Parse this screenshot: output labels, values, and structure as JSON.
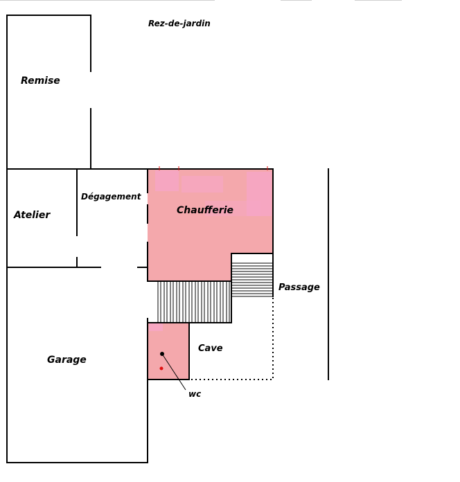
{
  "plan": {
    "title": "Rez-de-jardin",
    "rooms": {
      "remise": "Remise",
      "atelier": "Atelier",
      "degagement": "Dégagement",
      "chaufferie": "Chaufferie",
      "passage": "Passage",
      "cave": "Cave",
      "garage": "Garage",
      "wc": "wc"
    },
    "colors": {
      "wall": "#000000",
      "room_fill": "#f4a8ac",
      "fill_highlight": "#f7a6c8",
      "wc_marker": "#e01010",
      "background": "#ffffff"
    }
  }
}
